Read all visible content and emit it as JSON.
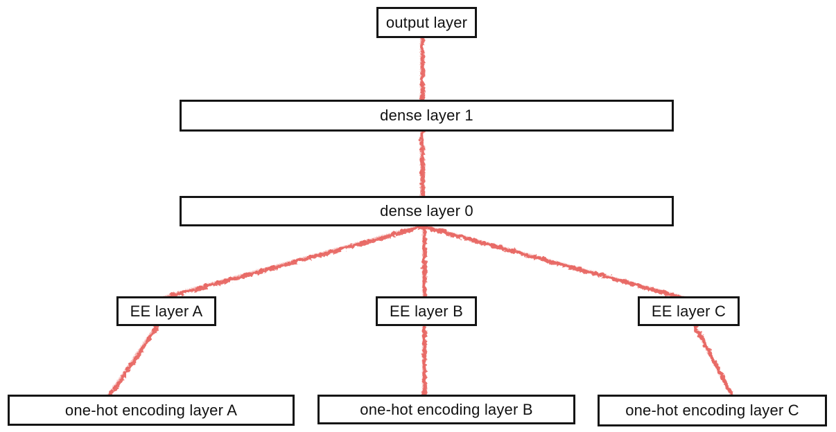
{
  "diagram": {
    "kind": "neural-network-layer-diagram",
    "accent_color": "#e8645e",
    "box_border_color": "#141414",
    "background_color": "#ffffff",
    "nodes": {
      "output": {
        "label": "output layer"
      },
      "dense1": {
        "label": "dense layer 1"
      },
      "dense0": {
        "label": "dense layer 0"
      },
      "ee_a": {
        "label": "EE layer A"
      },
      "ee_b": {
        "label": "EE layer B"
      },
      "ee_c": {
        "label": "EE layer C"
      },
      "onehot_a": {
        "label": "one-hot encoding layer A"
      },
      "onehot_b": {
        "label": "one-hot encoding layer B"
      },
      "onehot_c": {
        "label": "one-hot encoding layer C"
      }
    },
    "edges": [
      {
        "from": "output layer",
        "to": "dense layer 1"
      },
      {
        "from": "dense layer 1",
        "to": "dense layer 0"
      },
      {
        "from": "dense layer 0",
        "to": "EE layer A"
      },
      {
        "from": "dense layer 0",
        "to": "EE layer B"
      },
      {
        "from": "dense layer 0",
        "to": "EE layer C"
      },
      {
        "from": "EE layer A",
        "to": "one-hot encoding layer A"
      },
      {
        "from": "EE layer B",
        "to": "one-hot encoding layer B"
      },
      {
        "from": "EE layer C",
        "to": "one-hot encoding layer C"
      }
    ]
  }
}
